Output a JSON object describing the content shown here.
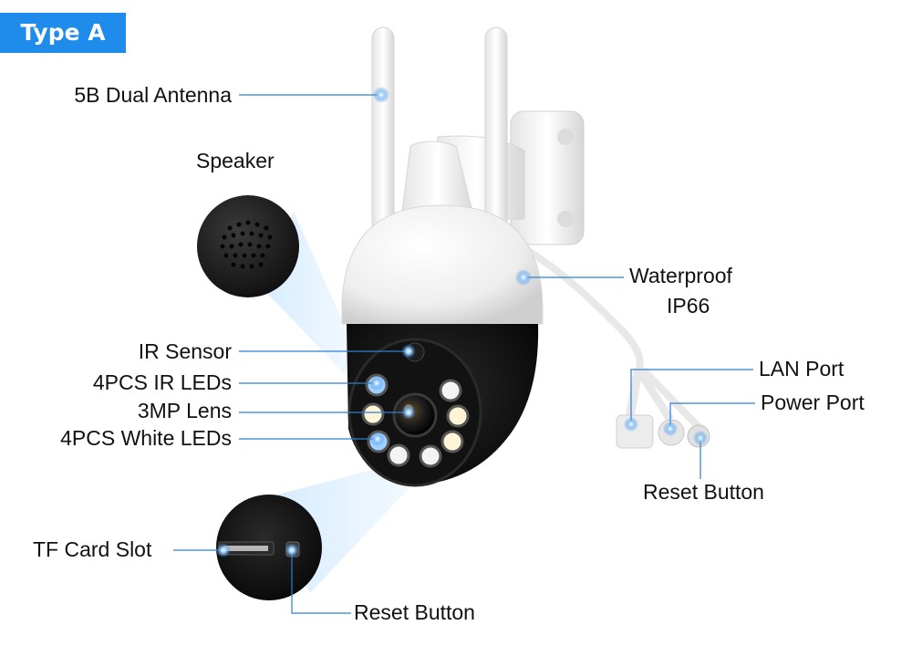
{
  "badge": {
    "label": "Type A"
  },
  "labels": {
    "antenna": "5B Dual Antenna",
    "speaker": "Speaker",
    "ir_sensor": "IR Sensor",
    "ir_leds": "4PCS IR LEDs",
    "lens": "3MP Lens",
    "white_leds": "4PCS White LEDs",
    "tf_card": "TF Card Slot",
    "reset_bottom": "Reset Button",
    "waterproof": "Waterproof",
    "ip_rating": "IP66",
    "lan_port": "LAN Port",
    "power_port": "Power Port",
    "reset_cable": "Reset Button"
  },
  "colors": {
    "accent": "#1f8bea",
    "leader_line": "#2f7fd0",
    "camera_body": "#f4f4f4",
    "camera_dome": "#151515"
  }
}
